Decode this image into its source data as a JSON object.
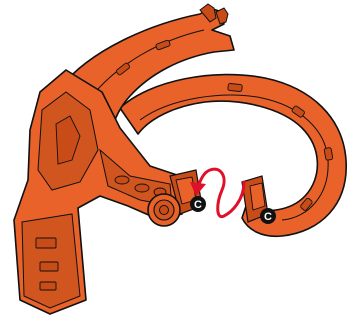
{
  "colors": {
    "part_fill": "#e8622a",
    "part_fill_dark": "#c94c18",
    "part_shade": "#d1551f",
    "outline": "#111111",
    "arrow": "#e0102a",
    "callout_fill": "#111111",
    "callout_text": "#ffffff"
  },
  "callouts": [
    {
      "id": "c-left",
      "label": "C"
    },
    {
      "id": "c-right",
      "label": "C"
    }
  ],
  "parts": [
    {
      "id": "left-arm",
      "description_icon": "left-hinged-arm"
    },
    {
      "id": "upper-arc",
      "description_icon": "upper-arc-segment"
    },
    {
      "id": "right-arc",
      "description_icon": "right-arc-segment"
    },
    {
      "id": "roller",
      "description_icon": "round-roller-knob"
    }
  ],
  "arrow": {
    "icon": "curved-assembly-arrow"
  }
}
